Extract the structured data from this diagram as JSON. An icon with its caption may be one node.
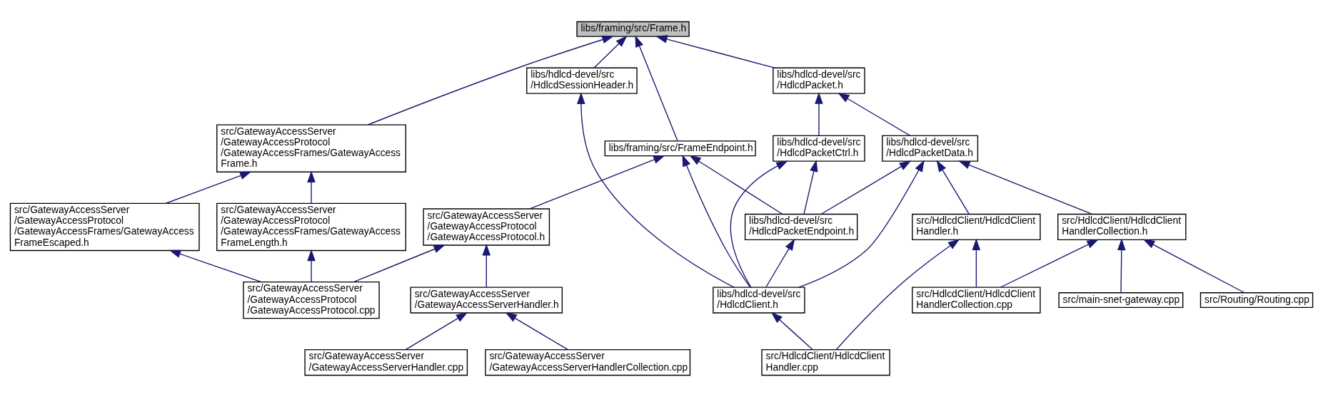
{
  "diagram": {
    "nodes": [
      {
        "text": [
          "libs/framing/src/Frame.h"
        ]
      },
      {
        "text": [
          "src/GatewayAccessServer /GatewayAccessProtocol /GatewayAccessFrames/GatewayAccess Frame.h"
        ]
      },
      {
        "text": [
          "libs/hdlcd-devel/src /HdlcdSessionHeader.h"
        ]
      },
      {
        "text": [
          "libs/framing/src/FrameEndpoint.h"
        ]
      },
      {
        "text": [
          "libs/hdlcd-devel/src /HdlcdPacket.h"
        ]
      },
      {
        "text": [
          "src/GatewayAccessServer /GatewayAccessProtocol /GatewayAccessFrames/GatewayAccess FrameEscaped.h"
        ]
      },
      {
        "text": [
          "src/GatewayAccessServer /GatewayAccessProtocol /GatewayAccessFrames/GatewayAccess FrameLength.h"
        ]
      },
      {
        "text": [
          "src/GatewayAccessServer /GatewayAccessProtocol /GatewayAccessProtocol.h"
        ]
      },
      {
        "text": [
          "libs/hdlcd-devel/src /HdlcdPacketCtrl.h"
        ]
      },
      {
        "text": [
          "libs/hdlcd-devel/src /HdlcdPacketData.h"
        ]
      },
      {
        "text": [
          "src/GatewayAccessServer /GatewayAccessProtocol /GatewayAccessProtocol.cpp"
        ]
      },
      {
        "text": [
          "src/GatewayAccessServer /GatewayAccessServerHandler.h"
        ]
      },
      {
        "text": [
          "libs/hdlcd-devel/src /HdlcdPacketEndpoint.h"
        ]
      },
      {
        "text": [
          "src/HdlcdClient/HdlcdClient Handler.h"
        ]
      },
      {
        "text": [
          "src/HdlcdClient/HdlcdClient HandlerCollection.h"
        ]
      },
      {
        "text": [
          "src/GatewayAccessServer /GatewayAccessServerHandlerCollection.cpp"
        ]
      },
      {
        "text": [
          "src/GatewayAccessServer /GatewayAccessServerHandler.cpp"
        ]
      },
      {
        "text": [
          "libs/hdlcd-devel/src /HdlcdClient.h"
        ]
      },
      {
        "text": [
          "src/HdlcdClient/HdlcdClient HandlerCollection.cpp"
        ]
      },
      {
        "text": [
          "src/Routing/Routing.cpp"
        ]
      },
      {
        "text": [
          "src/main-snet-gateway.cpp"
        ]
      },
      {
        "text": [
          "src/HdlcdClient/HdlcdClient Handler.cpp"
        ]
      }
    ],
    "edges": [
      {
        "from": 1,
        "to": 0,
        "arrow": "to"
      },
      {
        "from": 2,
        "to": 0,
        "arrow": "to"
      },
      {
        "from": 3,
        "to": 0,
        "arrow": "to"
      },
      {
        "from": 4,
        "to": 0,
        "arrow": "to"
      },
      {
        "from": 5,
        "to": 1,
        "arrow": "to"
      },
      {
        "from": 6,
        "to": 1,
        "arrow": "to"
      },
      {
        "from": 17,
        "to": 2,
        "arrow": "to"
      },
      {
        "from": 7,
        "to": 3,
        "arrow": "to"
      },
      {
        "from": 17,
        "to": 3,
        "arrow": "to"
      },
      {
        "from": 12,
        "to": 3,
        "arrow": "to"
      },
      {
        "from": 8,
        "to": 4,
        "arrow": "to"
      },
      {
        "from": 9,
        "to": 4,
        "arrow": "to"
      },
      {
        "from": 10,
        "to": 5,
        "arrow": "to"
      },
      {
        "from": 10,
        "to": 6,
        "arrow": "to"
      },
      {
        "from": 10,
        "to": 7,
        "arrow": "to"
      },
      {
        "from": 11,
        "to": 7,
        "arrow": "to"
      },
      {
        "from": 12,
        "to": 8,
        "arrow": "to"
      },
      {
        "from": 17,
        "to": 8,
        "arrow": "to"
      },
      {
        "from": 12,
        "to": 9,
        "arrow": "to"
      },
      {
        "from": 17,
        "to": 9,
        "arrow": "to"
      },
      {
        "from": 13,
        "to": 9,
        "arrow": "to"
      },
      {
        "from": 14,
        "to": 9,
        "arrow": "to"
      },
      {
        "from": 15,
        "to": 11,
        "arrow": "to"
      },
      {
        "from": 16,
        "to": 11,
        "arrow": "to"
      },
      {
        "from": 17,
        "to": 12,
        "arrow": "to"
      },
      {
        "from": 21,
        "to": 13,
        "arrow": "to"
      },
      {
        "from": 18,
        "to": 13,
        "arrow": "to"
      },
      {
        "from": 18,
        "to": 14,
        "arrow": "to"
      },
      {
        "from": 19,
        "to": 14,
        "arrow": "to"
      },
      {
        "from": 20,
        "to": 14,
        "arrow": "to"
      },
      {
        "from": 21,
        "to": 17,
        "arrow": "to"
      }
    ]
  }
}
